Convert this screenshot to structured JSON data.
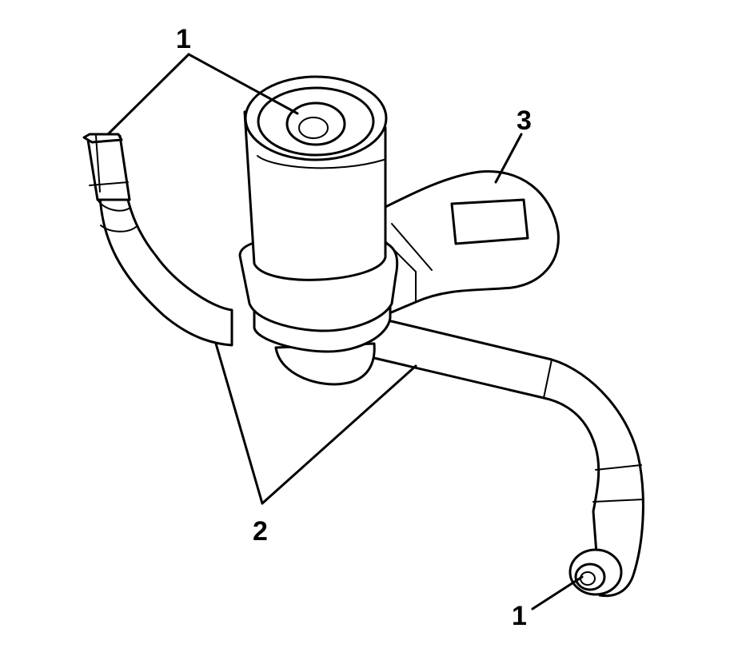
{
  "callouts": [
    {
      "id": "callout-1-top",
      "text": "1"
    },
    {
      "id": "callout-1-bottom",
      "text": "1"
    },
    {
      "id": "callout-2",
      "text": "2"
    },
    {
      "id": "callout-3",
      "text": "3"
    }
  ],
  "colors": {
    "line": "#000000",
    "background": "#ffffff"
  }
}
